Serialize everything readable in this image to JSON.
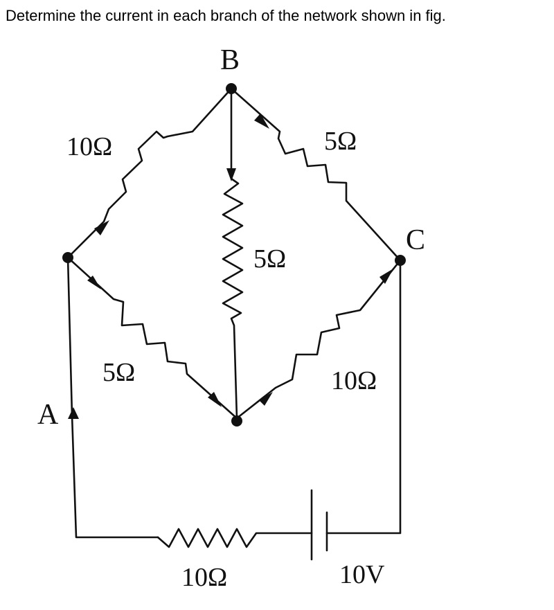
{
  "question": "Determine the current in each branch of the network shown in fig.",
  "nodes": {
    "a": "A",
    "b": "B",
    "c": "C"
  },
  "labels": {
    "r_ab": "10Ω",
    "r_bc": "5Ω",
    "r_bd": "5Ω",
    "r_ad": "5Ω",
    "r_dc": "10Ω",
    "r_bottom": "10Ω",
    "battery": "10V"
  },
  "components": [
    {
      "id": "r_ab",
      "from": "A",
      "to": "B",
      "value": "10Ω"
    },
    {
      "id": "r_bc",
      "from": "B",
      "to": "C",
      "value": "5Ω"
    },
    {
      "id": "r_bd",
      "from": "B",
      "to": "D",
      "value": "5Ω"
    },
    {
      "id": "r_ad",
      "from": "A",
      "to": "D",
      "value": "5Ω"
    },
    {
      "id": "r_dc",
      "from": "D",
      "to": "C",
      "value": "10Ω"
    },
    {
      "id": "r_bottom",
      "from": "A",
      "to": "C",
      "value": "10Ω"
    },
    {
      "id": "battery",
      "from": "A",
      "to": "C",
      "value": "10V"
    }
  ]
}
